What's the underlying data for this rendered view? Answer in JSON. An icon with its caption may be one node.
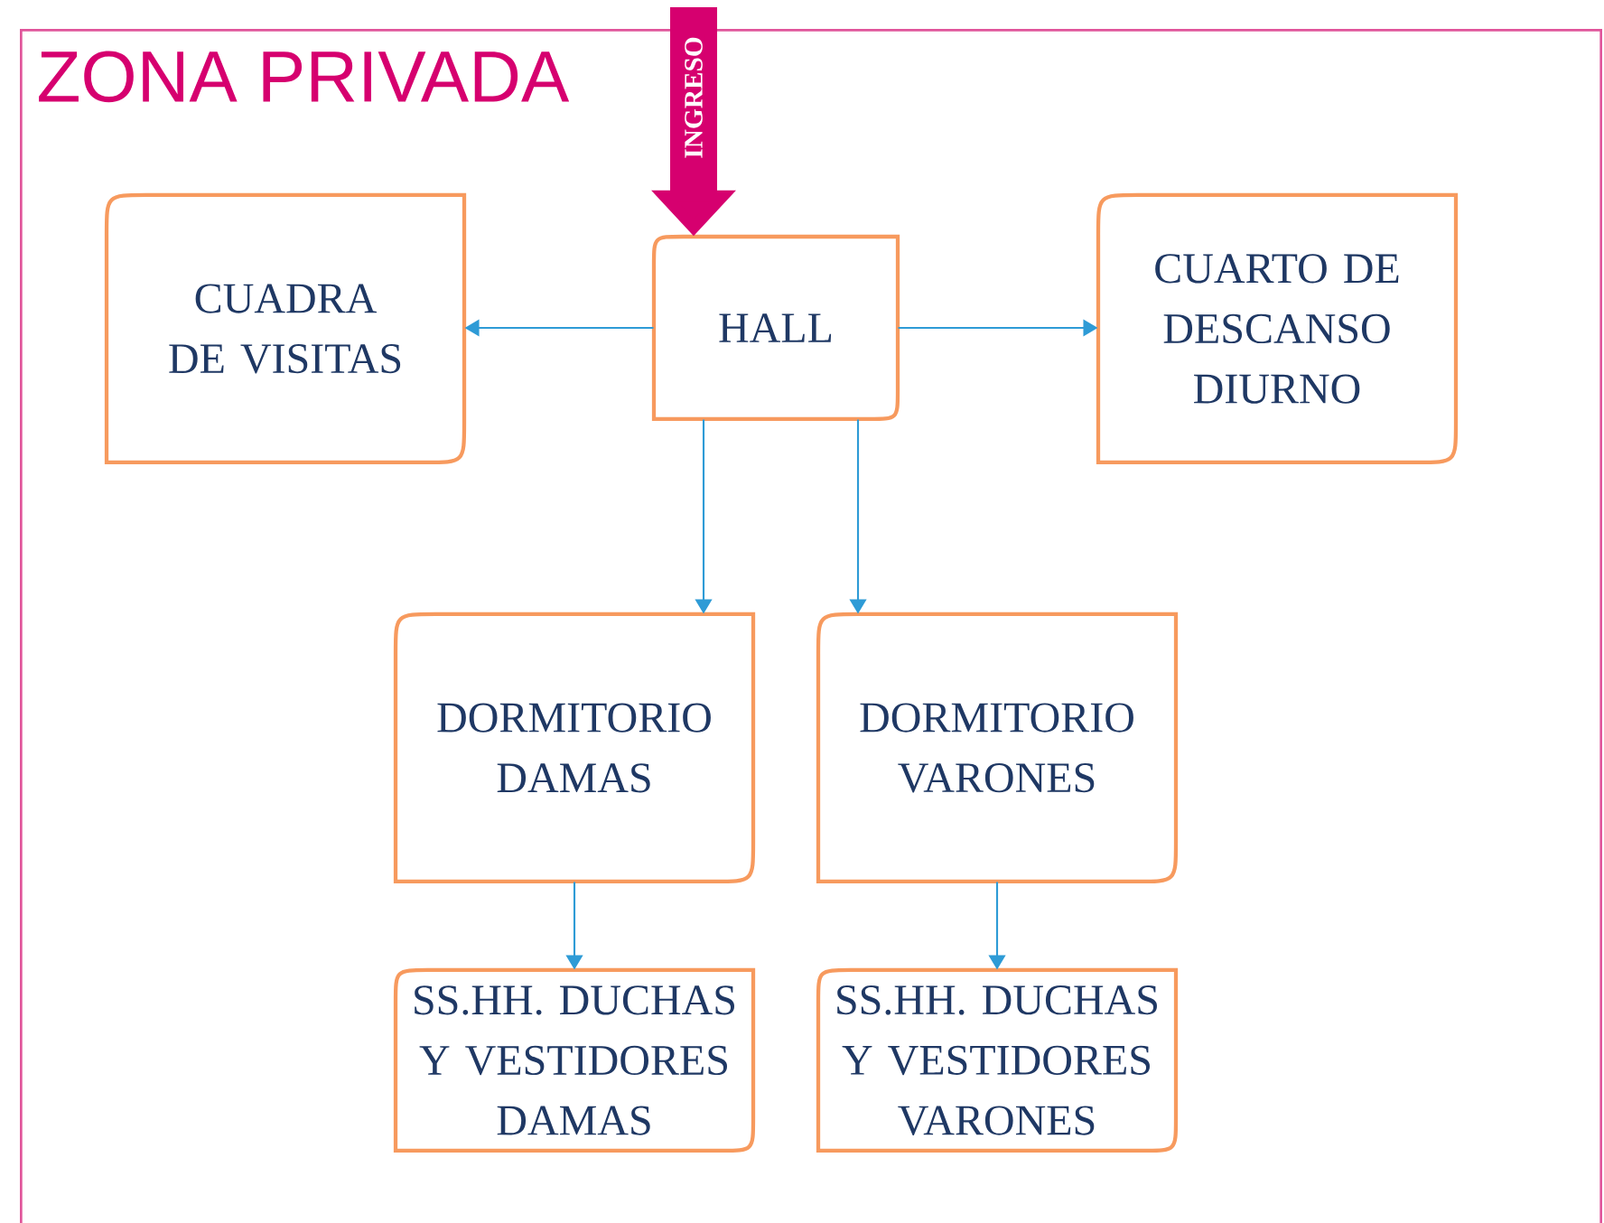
{
  "diagram": {
    "nodes": [
      {
        "text": [
          "ZONA PRIVADA"
        ]
      },
      {
        "text": [
          "CUADRA DE VISITAS"
        ],
        "in": 0
      },
      {
        "text": [
          "HALL"
        ],
        "in": 0
      },
      {
        "text": [
          "CUARTO DE DESCANSO DIURNO"
        ],
        "in": 0
      },
      {
        "text": [
          "DORMITORIO DAMAS"
        ],
        "in": 0
      },
      {
        "text": [
          "DORMITORIO VARONES"
        ],
        "in": 0
      },
      {
        "text": [
          "SS.HH. DUCHAS Y VESTIDORES DAMAS"
        ],
        "in": 0
      },
      {
        "text": [
          "SS.HH. DUCHAS Y VESTIDORES VARONES"
        ],
        "in": 0
      }
    ],
    "edges": [
      {
        "from": null,
        "to": 2,
        "arrow": "to",
        "label": "INGRESO",
        "style": "thick",
        "color": "#d6006f"
      },
      {
        "from": 2,
        "to": 1,
        "arrow": "to"
      },
      {
        "from": 2,
        "to": 3,
        "arrow": "to"
      },
      {
        "from": 2,
        "to": 4,
        "arrow": "to"
      },
      {
        "from": 2,
        "to": 5,
        "arrow": "to"
      },
      {
        "from": 4,
        "to": 6,
        "arrow": "to"
      },
      {
        "from": 5,
        "to": 7,
        "arrow": "to"
      }
    ]
  }
}
